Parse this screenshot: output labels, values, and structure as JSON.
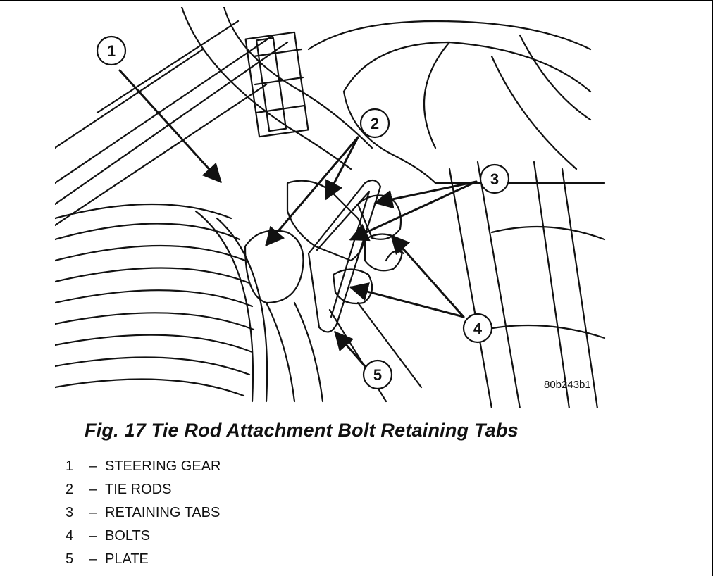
{
  "figure": {
    "code": "80b243b1",
    "caption": "Fig. 17 Tie Rod Attachment Bolt Retaining Tabs"
  },
  "callouts": [
    "1",
    "2",
    "3",
    "4",
    "5"
  ],
  "legend": [
    {
      "num": "1",
      "sep": "–",
      "label": "STEERING GEAR"
    },
    {
      "num": "2",
      "sep": "–",
      "label": "TIE RODS"
    },
    {
      "num": "3",
      "sep": "–",
      "label": "RETAINING TABS"
    },
    {
      "num": "4",
      "sep": "–",
      "label": "BOLTS"
    },
    {
      "num": "5",
      "sep": "–",
      "label": "PLATE"
    }
  ]
}
